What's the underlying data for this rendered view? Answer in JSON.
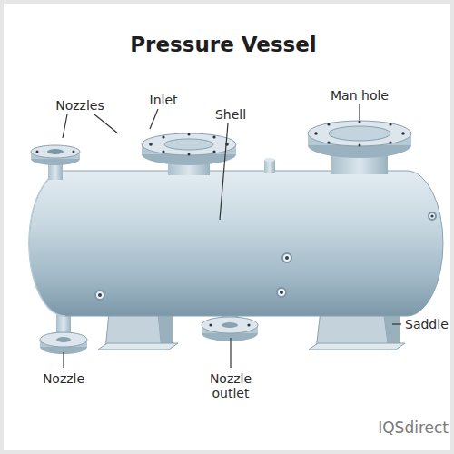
{
  "diagram": {
    "title": "Pressure Vessel",
    "labels": [
      "Nozzles",
      "Inlet",
      "Shell",
      "Man hole",
      "Saddle",
      "Nozzle",
      "Nozzle outlet",
      "IQSdirect"
    ]
  }
}
